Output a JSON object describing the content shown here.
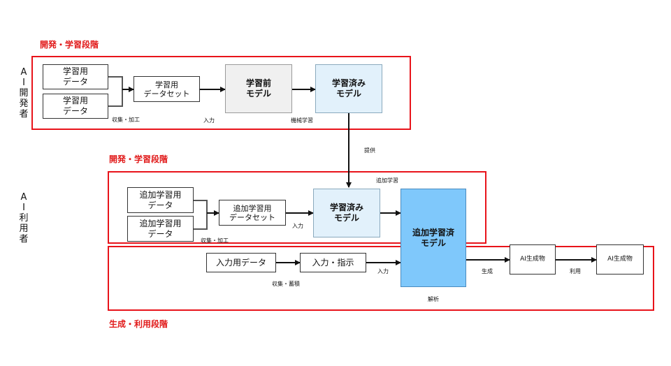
{
  "phases": {
    "dev_title": "開発・学習段階",
    "dev_title_2": "開発・学習段階",
    "gen_title": "生成・利用段階"
  },
  "actors": {
    "developer": [
      "A",
      "I",
      "開",
      "発",
      "者"
    ],
    "user": [
      "A",
      "I",
      "利",
      "用",
      "者"
    ]
  },
  "boxes": {
    "training_data_1": "学習用\nデータ",
    "training_data_2": "学習用\nデータ",
    "training_dataset": "学習用\nデータセット",
    "pre_model": "学習前\nモデル",
    "trained_model": "学習済み\nモデル",
    "add_data_1": "追加学習用\nデータ",
    "add_data_2": "追加学習用\nデータ",
    "add_dataset": "追加学習用\nデータセット",
    "trained_model_2": "学習済み\nモデル",
    "add_trained_model": "追加学習済\nモデル",
    "input_data": "入力用データ",
    "input_instruction": "入力・指示",
    "ai_output_1": "AI生成物",
    "ai_output_2": "AI生成物"
  },
  "labels": {
    "collect_process_1": "収集・加工",
    "input_1": "入力",
    "machine_learning": "機械学習",
    "provide": "提供",
    "additional_learning": "追加学習",
    "input_2": "入力",
    "collect_process_2": "収集・加工",
    "collect_store": "収集・蓄積",
    "input_3": "入力",
    "generate": "生成",
    "use": "利用",
    "analyze": "解析"
  }
}
